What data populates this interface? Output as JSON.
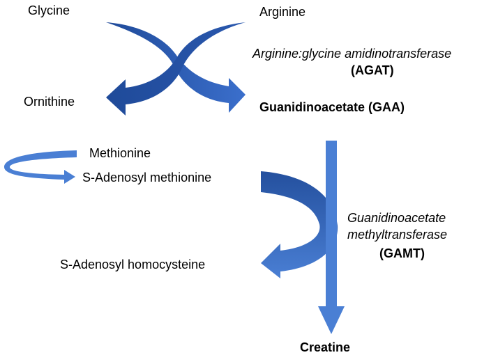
{
  "labels": {
    "glycine": "Glycine",
    "arginine": "Arginine",
    "ornithine": "Ornithine",
    "guanidinoacetate": "Guanidinoacetate (GAA)",
    "agat_enzyme": "Arginine:glycine amidinotransferase",
    "agat_abbrev": "(AGAT)",
    "methionine": "Methionine",
    "sam": "S-Adenosyl methionine",
    "sah": "S-Adenosyl homocysteine",
    "gamt_enzyme_line1": "Guanidinoacetate",
    "gamt_enzyme_line2": "methyltransferase",
    "gamt_abbrev": "(GAMT)",
    "creatine": "Creatine"
  },
  "colors": {
    "arrow_light": "#4A7FD4",
    "arrow_dark": "#22468F",
    "text": "#000000"
  }
}
